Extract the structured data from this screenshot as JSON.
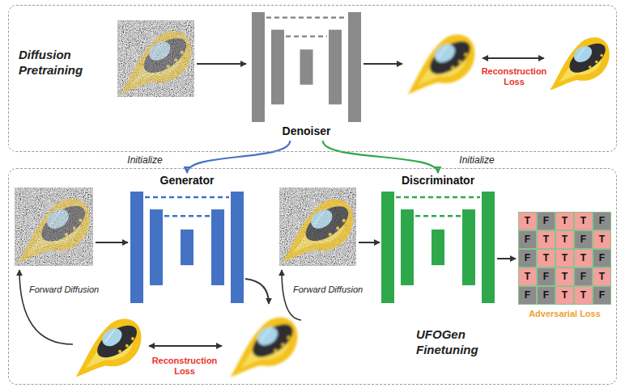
{
  "diagram": {
    "nodes": [
      {
        "text": [
          "Diffusion Pretraining"
        ]
      },
      {
        "text": [
          "Denoiser"
        ],
        "in": 0
      },
      {
        "text": [
          "UFOGen Finetuning"
        ]
      },
      {
        "text": [
          "Generator"
        ],
        "in": 2
      },
      {
        "text": [
          "Discriminator"
        ],
        "in": 2
      }
    ],
    "edges": [
      {
        "from": 1,
        "to": 3,
        "label": "Initialize",
        "arrow": "to"
      },
      {
        "from": 1,
        "to": 4,
        "label": "Initialize",
        "arrow": "to"
      }
    ],
    "labels": [
      "Reconstruction Loss",
      "Forward Diffusion",
      "Forward Diffusion",
      "Reconstruction Loss",
      "Adversarial Loss",
      "T",
      "F",
      "T",
      "T",
      "F",
      "F",
      "T",
      "T",
      "F",
      "T",
      "F",
      "T",
      "T",
      "T",
      "F",
      "T",
      "F",
      "T",
      "F",
      "T",
      "F",
      "F",
      "T",
      "T",
      "F"
    ]
  }
}
